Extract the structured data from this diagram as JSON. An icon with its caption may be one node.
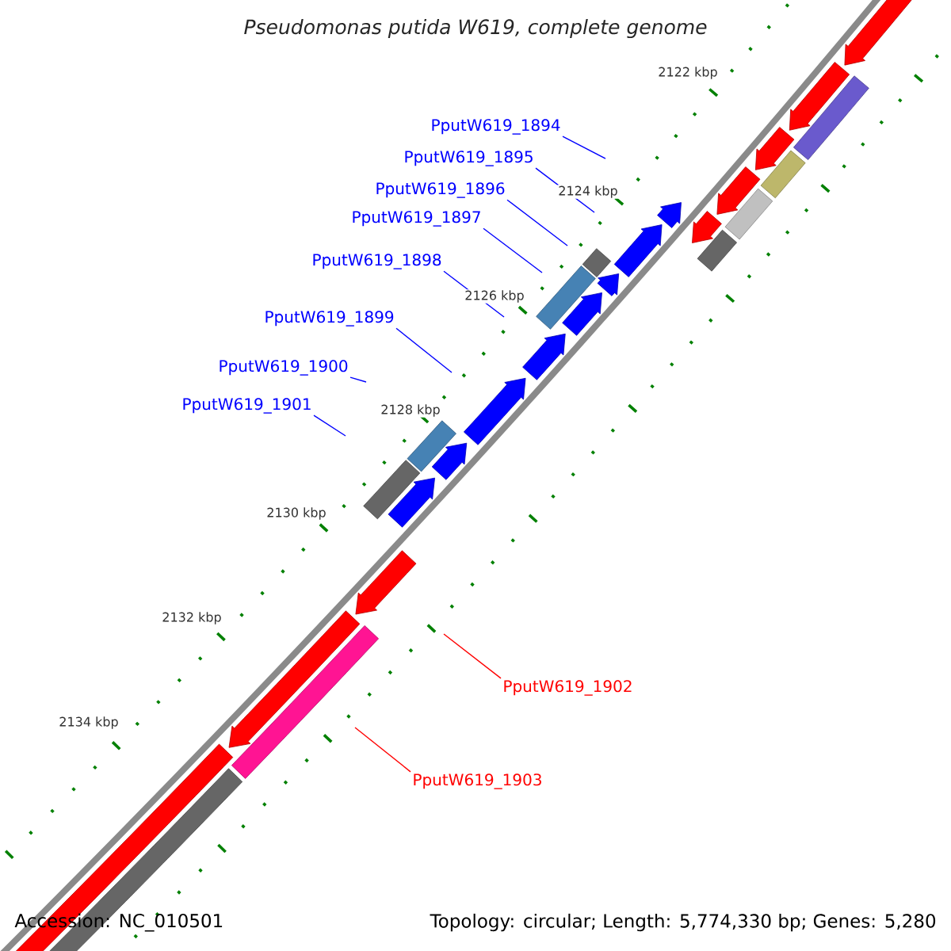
{
  "diagram": {
    "title": "Pseudomonas putida W619, complete genome",
    "nodes": [
      {
        "text": [
          "PputW619_1894"
        ]
      },
      {
        "text": [
          "PputW619_1895"
        ]
      },
      {
        "text": [
          "PputW619_1896"
        ]
      },
      {
        "text": [
          "PputW619_1897"
        ]
      },
      {
        "text": [
          "PputW619_1898"
        ]
      },
      {
        "text": [
          "PputW619_1899"
        ]
      },
      {
        "text": [
          "PputW619_1900"
        ]
      },
      {
        "text": [
          "PputW619_1901"
        ]
      },
      {
        "text": [
          "PputW619_1902"
        ]
      },
      {
        "text": [
          "PputW619_1903"
        ]
      }
    ],
    "edges": [
      {
        "from": 0,
        "to": null,
        "arrow": "none"
      },
      {
        "from": 1,
        "to": null,
        "arrow": "none"
      },
      {
        "from": 2,
        "to": null,
        "arrow": "none"
      },
      {
        "from": 3,
        "to": null,
        "arrow": "none"
      },
      {
        "from": 4,
        "to": null,
        "arrow": "none"
      },
      {
        "from": 5,
        "to": null,
        "arrow": "none"
      },
      {
        "from": 6,
        "to": null,
        "arrow": "none"
      },
      {
        "from": 7,
        "to": null,
        "arrow": "none"
      },
      {
        "from": 8,
        "to": null,
        "arrow": "none",
        "color": "#ff0000"
      },
      {
        "from": 9,
        "to": null,
        "arrow": "none",
        "color": "#ff0000"
      }
    ],
    "labels": [
      "2122 kbp",
      "2124 kbp",
      "2126 kbp",
      "2128 kbp",
      "2130 kbp",
      "2132 kbp",
      "2134 kbp",
      "Accession: NC_010501",
      "Topology: circular; Length: 5,774,330 bp; Genes: 5,280"
    ]
  }
}
